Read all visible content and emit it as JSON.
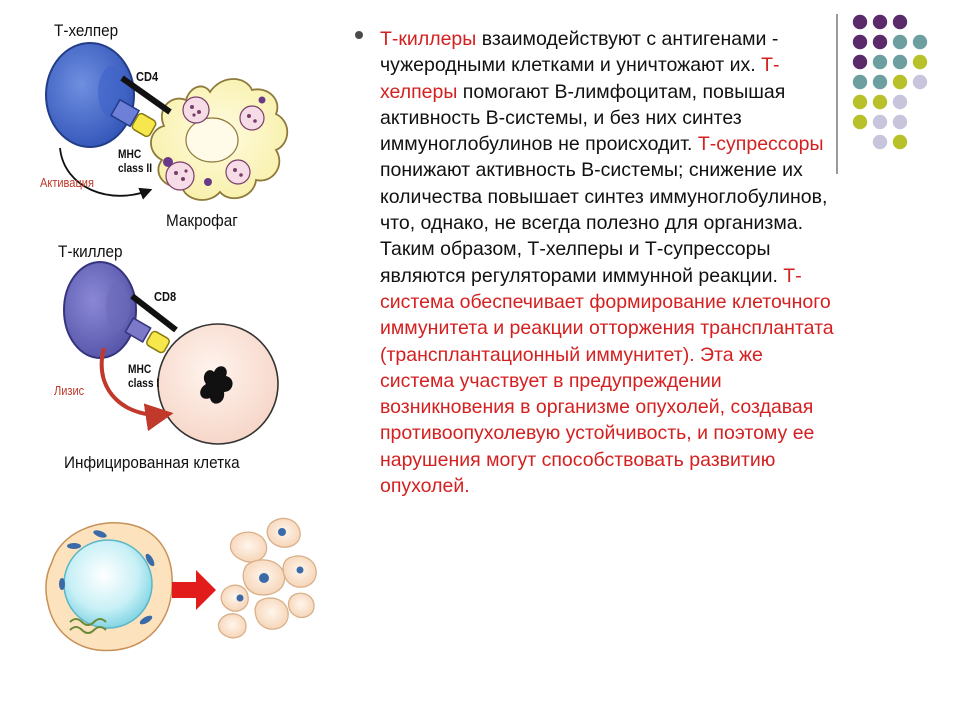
{
  "figure_labels": {
    "t_helper": "Т-хелпер",
    "cd4": "CD4",
    "mhc_class_ii_line1": "MHC",
    "mhc_class_ii_line2": "class II",
    "activation": "Активация",
    "macrophage": "Макрофаг",
    "t_killer": "Т-киллер",
    "cd8": "CD8",
    "mhc_class_i_line1": "MHC",
    "mhc_class_i_line2": "class I",
    "lysis": "Лизис",
    "infected_cell": "Инфицированная клетка"
  },
  "text_segments": [
    {
      "text": "Т-киллеры",
      "color": "red"
    },
    {
      "text": " взаимодействуют с антигенами - чужеродными клетками и уничтожают их. ",
      "color": "black"
    },
    {
      "text": "Т-хелперы",
      "color": "red"
    },
    {
      "text": " помогают В-лимфоцитам, повышая активность В-системы, и без них синтез иммуноглобулинов не происходит. ",
      "color": "black"
    },
    {
      "text": "Т-супрессоры",
      "color": "red"
    },
    {
      "text": " понижают активность В-системы; снижение их количества повышает синтез иммуноглобулинов, что, однако, не всегда полезно для организма. Таким образом, Т-хелперы и Т-супрессоры являются регуляторами иммунной реакции. ",
      "color": "black"
    },
    {
      "text": "Т-система обеспечивает формирование клеточного иммунитета и реакции отторжения трансплантата (трансплантационный иммунитет). Эта же система участвует в предупреждении возникновения в организме опухолей, создавая противоопухолевую устойчивость, и поэтому ее нарушения могут способствовать развитию опухолей.",
      "color": "red"
    }
  ],
  "colors": {
    "accent_red": "#d42020",
    "dot_purple": "#5b2a6b",
    "dot_teal": "#6e9fa0",
    "dot_lime": "#b9c12a",
    "dot_lavender": "#c8c4dc"
  },
  "dot_grid": [
    [
      "purple",
      "purple",
      "purple",
      "none"
    ],
    [
      "purple",
      "purple",
      "teal",
      "teal"
    ],
    [
      "purple",
      "teal",
      "teal",
      "lime"
    ],
    [
      "teal",
      "teal",
      "lime",
      "lavender"
    ],
    [
      "lime",
      "lime",
      "lavender",
      "none"
    ],
    [
      "lime",
      "lavender",
      "lavender",
      "none"
    ],
    [
      "none",
      "lavender",
      "lime",
      "none"
    ]
  ]
}
